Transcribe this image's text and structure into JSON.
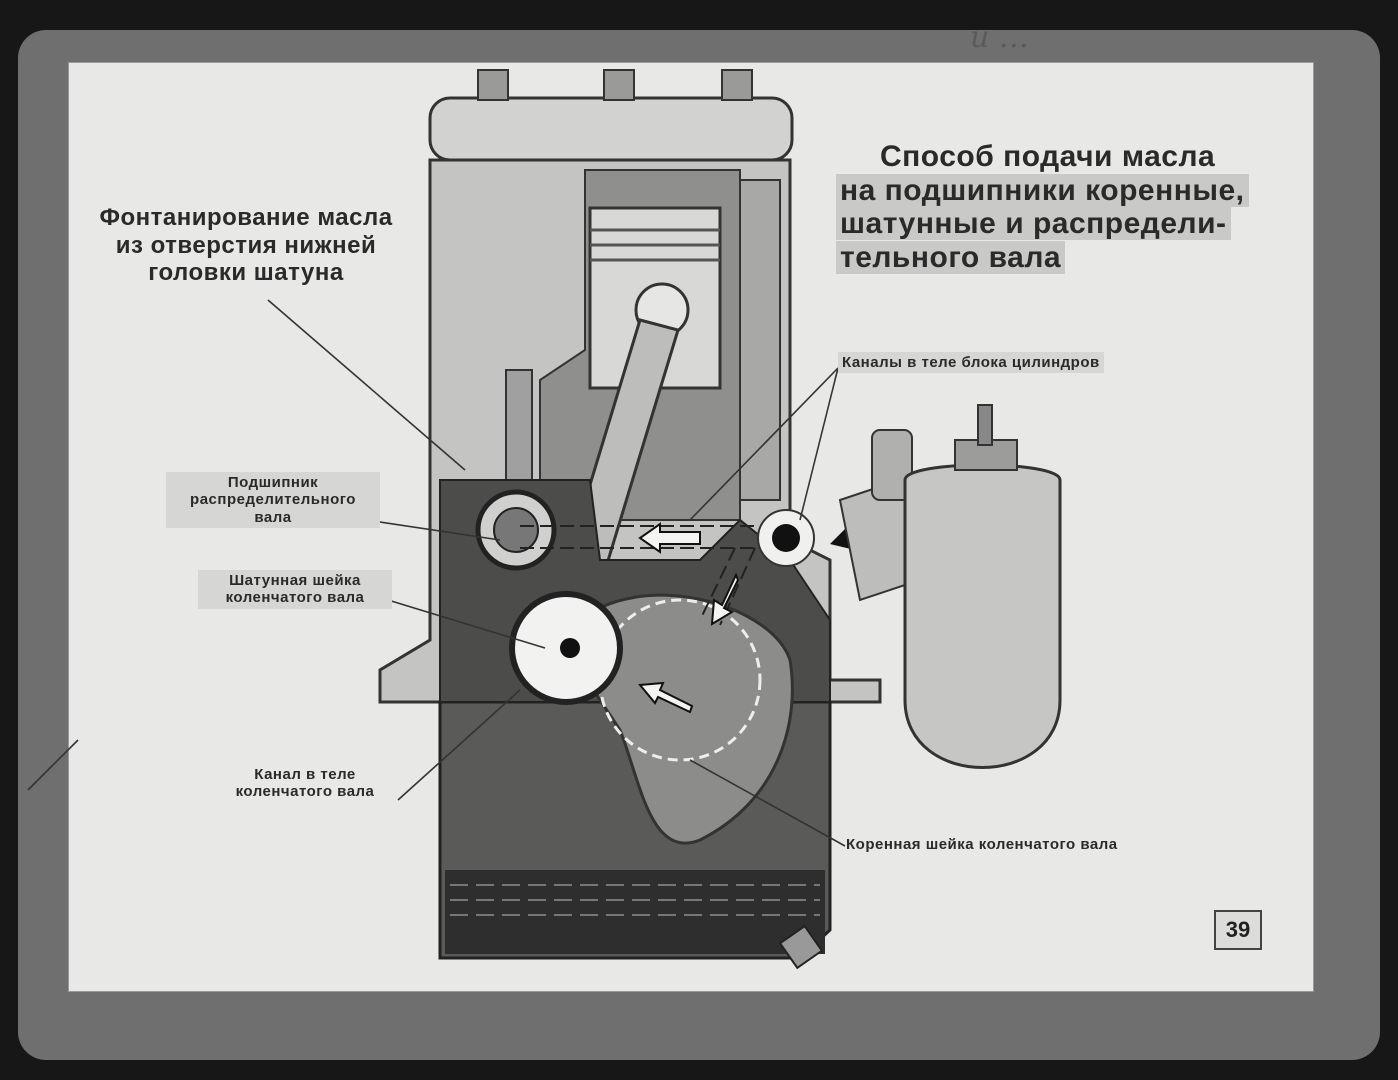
{
  "corner_note": "и …",
  "title_lines": [
    "Способ подачи масла",
    "на подшипники коренные,",
    "шатунные и распредели-",
    "тельного вала"
  ],
  "labels": {
    "fountain": [
      "Фонтанирование масла",
      "из отверстия нижней",
      "головки шатуна"
    ],
    "cam_bearing": [
      "Подшипник",
      "распределительного",
      "вала"
    ],
    "crankpin": [
      "Шатунная шейка",
      "коленчатого вала"
    ],
    "crank_channel": [
      "Канал в теле",
      "коленчатого вала"
    ],
    "block_channels": "Каналы в теле блока цилиндров",
    "main_journal": "Коренная шейка коленчатого вала"
  },
  "page_number": "39",
  "colors": {
    "background": "#e8e8e6",
    "ink": "#2a2a2a",
    "oil": "#3a3a3a",
    "metal": "#b5b5b3"
  }
}
